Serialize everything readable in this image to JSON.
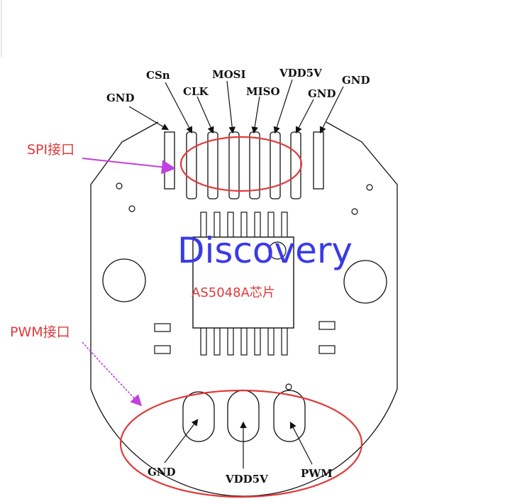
{
  "spi": {
    "label": "SPI接口",
    "pins": [
      "GND",
      "CSn",
      "CLK",
      "MOSI",
      "MISO",
      "VDD5V",
      "GND",
      "GND"
    ]
  },
  "pwm": {
    "label": "PWM接口",
    "pins": [
      "GND",
      "VDD5V",
      "PWM"
    ]
  },
  "chip": {
    "label": "AS5048A芯片"
  },
  "watermark": "Discovery",
  "colors": {
    "outline": "#111111",
    "highlight_ellipse": "#e03a3a",
    "pointer_arrow": "#c040e0",
    "watermark": "#3a3ae8"
  }
}
